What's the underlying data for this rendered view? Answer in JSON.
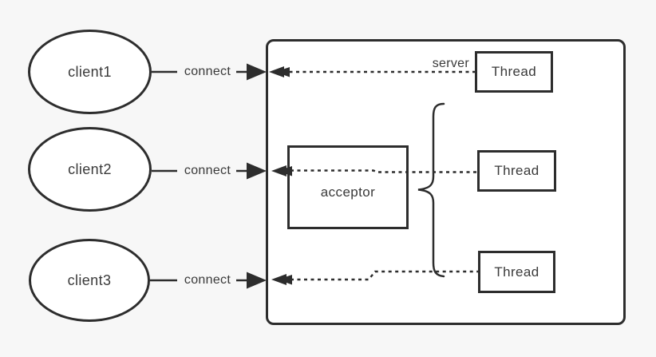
{
  "diagram": {
    "title": "reactor-server-connection-diagram",
    "clients": [
      {
        "label": "client1"
      },
      {
        "label": "client2"
      },
      {
        "label": "client3"
      }
    ],
    "connections": [
      {
        "label": "connect"
      },
      {
        "label": "connect"
      },
      {
        "label": "connect"
      }
    ],
    "server": {
      "label": "server",
      "acceptor": {
        "label": "acceptor"
      },
      "threads": [
        {
          "label": "Thread"
        },
        {
          "label": "Thread"
        },
        {
          "label": "Thread"
        }
      ]
    },
    "colors": {
      "background": "#f7f7f7",
      "stroke": "#2d2d2d",
      "text": "#3a3a3a",
      "node_fill": "#ffffff"
    }
  }
}
